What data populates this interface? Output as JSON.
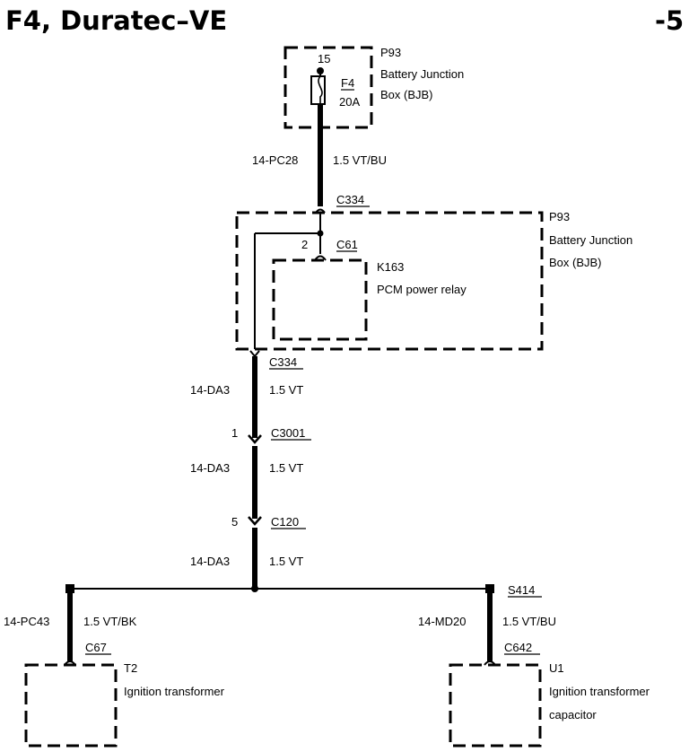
{
  "header": {
    "title": "F4, Duratec–VE",
    "page_suffix": "-5"
  },
  "bjb_fuse": {
    "ref": "P93",
    "name_line1": "Battery Junction",
    "name_line2": "Box (BJB)",
    "pin": "15",
    "fuse_id": "F4",
    "fuse_rating": "20A"
  },
  "wire_pc28": {
    "circuit": "14-PC28",
    "spec": "1.5 VT/BU"
  },
  "bjb_relay": {
    "connector_in": "C334",
    "ref": "P93",
    "name_line1": "Battery Junction",
    "name_line2": "Box (BJB)",
    "pin": "2",
    "relay_connector": "C61",
    "relay_id": "K163",
    "relay_name": "PCM power relay",
    "connector_out": "C334"
  },
  "wire_da3_a": {
    "circuit": "14-DA3",
    "spec": "1.5 VT"
  },
  "conn_c3001": {
    "pin": "1",
    "connector": "C3001"
  },
  "wire_da3_b": {
    "circuit": "14-DA3",
    "spec": "1.5 VT"
  },
  "conn_c120": {
    "pin": "5",
    "connector": "C120"
  },
  "wire_da3_c": {
    "circuit": "14-DA3",
    "spec": "1.5 VT"
  },
  "splice": {
    "id": "S414"
  },
  "wire_pc43": {
    "circuit": "14-PC43",
    "spec": "1.5 VT/BK"
  },
  "wire_md20": {
    "circuit": "14-MD20",
    "spec": "1.5 VT/BU"
  },
  "comp_t2": {
    "connector": "C67",
    "ref": "T2",
    "name": "Ignition transformer"
  },
  "comp_u1": {
    "connector": "C642",
    "ref": "U1",
    "name_line1": "Ignition transformer",
    "name_line2": "capacitor"
  }
}
